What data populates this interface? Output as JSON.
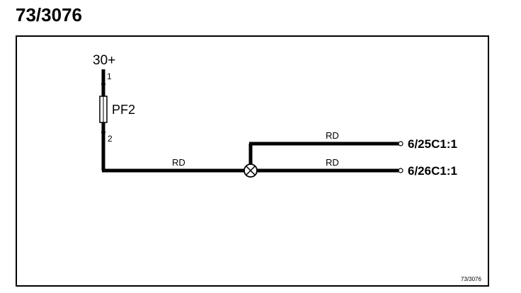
{
  "diagram": {
    "title": "73/3076",
    "supply_label": "30+",
    "fuse": {
      "label": "PF2",
      "pin_top": "1",
      "pin_bottom": "2"
    },
    "wires": {
      "main": "RD",
      "upper_branch": "RD",
      "lower_branch": "RD"
    },
    "connectors": {
      "upper": "6/25C1:1",
      "lower": "6/26C1:1"
    },
    "footer_ref": "73/3076",
    "colors": {
      "line": "#000000",
      "background": "#ffffff"
    }
  }
}
